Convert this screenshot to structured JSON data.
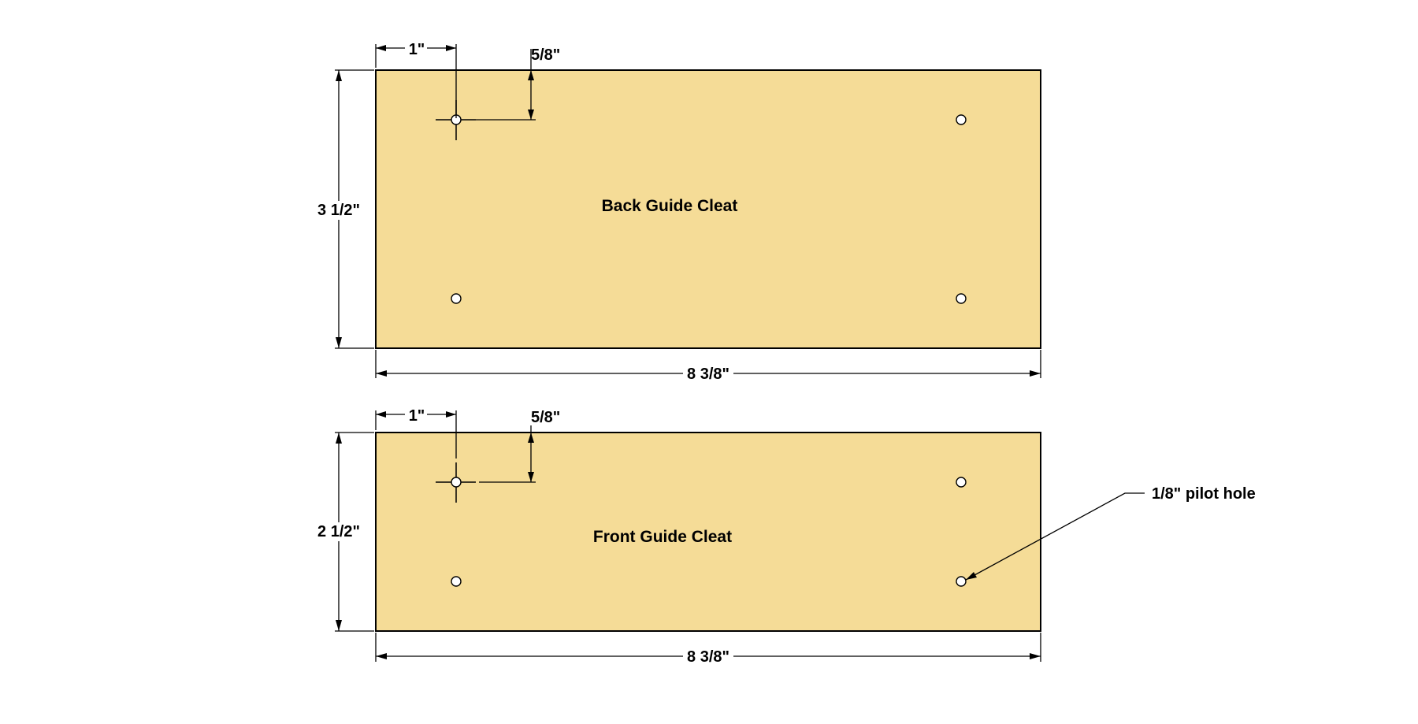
{
  "drawing": {
    "back_cleat": {
      "title": "Back Guide Cleat",
      "width_label": "8 3/8\"",
      "height_label": "3 1/2\"",
      "hole_offset_x_label": "1\"",
      "hole_offset_y_label": "5/8\""
    },
    "front_cleat": {
      "title": "Front Guide Cleat",
      "width_label": "8 3/8\"",
      "height_label": "2 1/2\"",
      "hole_offset_x_label": "1\"",
      "hole_offset_y_label": "5/8\""
    },
    "callout": {
      "label": "1/8\" pilot hole"
    },
    "colors": {
      "board_fill": "#f5dc97",
      "line": "#000000",
      "background": "#ffffff"
    }
  }
}
